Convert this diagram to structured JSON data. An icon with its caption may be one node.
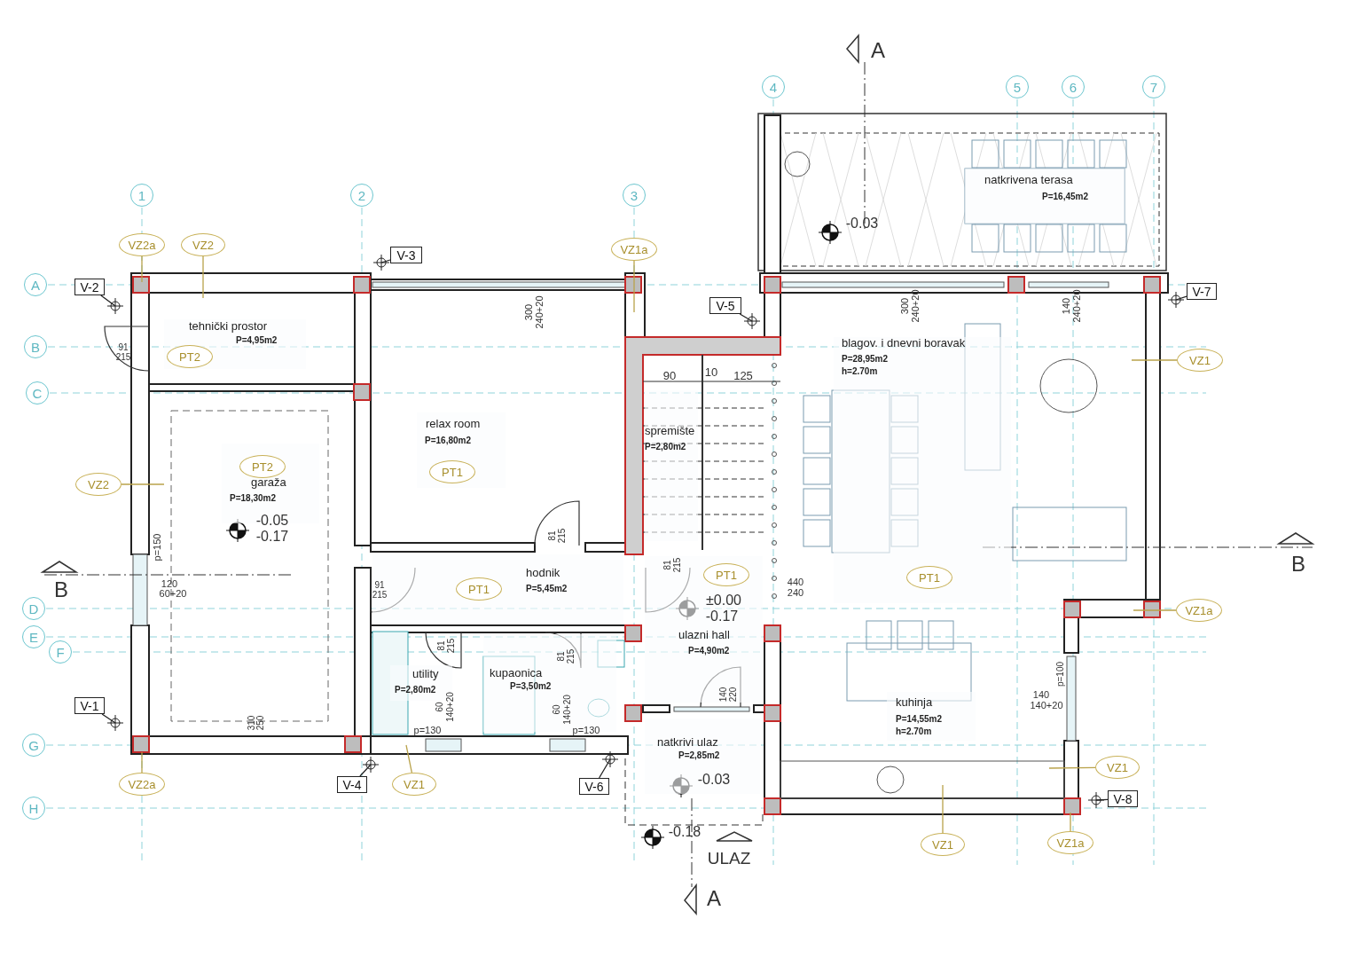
{
  "diagram": {
    "nodes": [
      {
        "text": [
          "4"
        ]
      },
      {
        "text": [
          "5"
        ]
      },
      {
        "text": [
          "6"
        ]
      },
      {
        "text": [
          "7"
        ]
      },
      {
        "text": [
          "natkrivena terasa",
          "P=16,45m2"
        ]
      },
      {
        "text": [
          "1"
        ]
      },
      {
        "text": [
          "2"
        ]
      },
      {
        "text": [
          "3"
        ]
      },
      {
        "text": [
          "VZ2a"
        ]
      },
      {
        "text": [
          "VZ2"
        ]
      },
      {
        "text": [
          "V-3"
        ]
      },
      {
        "text": [
          "VZ1a"
        ]
      },
      {
        "text": [
          "A"
        ]
      },
      {
        "text": [
          "V-2"
        ]
      },
      {
        "text": [
          "V-5"
        ]
      },
      {
        "text": [
          "V-7"
        ]
      },
      {
        "text": [
          "tehnički prostor",
          "P=4,95m2"
        ]
      },
      {
        "text": [
          "PT2"
        ],
        "in": 16
      },
      {
        "text": [
          "B"
        ]
      },
      {
        "text": [
          "VZ1"
        ]
      },
      {
        "text": [
          "blagov. i dnevni boravak",
          "P=28,95m2",
          "h=2.70m"
        ]
      },
      {
        "text": [
          "C"
        ]
      },
      {
        "text": [
          "relax room",
          "P=16,80m2"
        ]
      },
      {
        "text": [
          "PT1"
        ],
        "in": 22
      },
      {
        "text": [
          "spremište",
          "P=2,80m2"
        ]
      },
      {
        "text": [
          "garaža",
          "P=18,30m2"
        ]
      },
      {
        "text": [
          "PT2"
        ],
        "in": 25
      },
      {
        "text": [
          "VZ2"
        ]
      },
      {
        "text": [
          "hodnik",
          "P=5,45m2"
        ]
      },
      {
        "text": [
          "PT1"
        ],
        "in": 28
      },
      {
        "text": [
          "ulazni hall",
          "P=4,90m2"
        ]
      },
      {
        "text": [
          "PT1"
        ],
        "in": 30
      },
      {
        "text": [
          "PT1"
        ],
        "in": 20
      },
      {
        "text": [
          "D"
        ]
      },
      {
        "text": [
          "VZ1a"
        ]
      },
      {
        "text": [
          "E"
        ]
      },
      {
        "text": [
          "F"
        ]
      },
      {
        "text": [
          "utility",
          "P=2,80m2"
        ]
      },
      {
        "text": [
          "kupaonica",
          "P=3,50m2"
        ]
      },
      {
        "text": [
          "V-1"
        ]
      },
      {
        "text": [
          "kuhinja",
          "P=14,55m2",
          "h=2.70m"
        ]
      },
      {
        "text": [
          "G"
        ]
      },
      {
        "text": [
          "natkrivi ulaz",
          "P=2,85m2"
        ]
      },
      {
        "text": [
          "VZ2a"
        ]
      },
      {
        "text": [
          "V-4"
        ]
      },
      {
        "text": [
          "VZ1"
        ]
      },
      {
        "text": [
          "V-6"
        ]
      },
      {
        "text": [
          "VZ1"
        ]
      },
      {
        "text": [
          "V-8"
        ]
      },
      {
        "text": [
          "H"
        ]
      },
      {
        "text": [
          "VZ1"
        ]
      },
      {
        "text": [
          "VZ1a"
        ]
      }
    ],
    "edges": [
      {
        "from": 8,
        "to": null,
        "arrow": "none"
      },
      {
        "from": 9,
        "to": null,
        "arrow": "none"
      },
      {
        "from": 10,
        "to": null,
        "arrow": "other",
        "color": "#222222"
      },
      {
        "from": 11,
        "to": null,
        "arrow": "none"
      },
      {
        "from": 13,
        "to": null,
        "arrow": "other",
        "color": "#222222"
      },
      {
        "from": 14,
        "to": null,
        "arrow": "other",
        "color": "#222222"
      },
      {
        "from": 15,
        "to": null,
        "arrow": "other",
        "color": "#222222"
      },
      {
        "from": 19,
        "to": null,
        "arrow": "none"
      },
      {
        "from": 27,
        "to": null,
        "arrow": "none"
      },
      {
        "from": 34,
        "to": null,
        "arrow": "none"
      },
      {
        "from": 39,
        "to": null,
        "arrow": "other",
        "color": "#222222"
      },
      {
        "from": 43,
        "to": null,
        "arrow": "none"
      },
      {
        "from": 44,
        "to": null,
        "arrow": "other",
        "color": "#222222"
      },
      {
        "from": 45,
        "to": null,
        "arrow": "none"
      },
      {
        "from": 46,
        "to": null,
        "arrow": "other",
        "color": "#222222"
      },
      {
        "from": 47,
        "to": null,
        "arrow": "none"
      },
      {
        "from": 48,
        "to": null,
        "arrow": "other",
        "color": "#222222"
      },
      {
        "from": 50,
        "to": null,
        "arrow": "none"
      },
      {
        "from": 51,
        "to": null,
        "arrow": "none"
      }
    ],
    "labels": [
      "A",
      "-0.03",
      "300",
      "240+20",
      "300",
      "240+20",
      "140",
      "240+20",
      "91",
      "215",
      "90",
      "10",
      "125",
      "-0.05",
      "-0.17",
      "p=150",
      "B",
      "120",
      "60+20",
      "B",
      "91",
      "215",
      "81",
      "215",
      "81",
      "215",
      "±0.00",
      "-0.17",
      "440",
      "240",
      "81",
      "215",
      "81",
      "215",
      "60",
      "140+20",
      "p=130",
      "60",
      "140+20",
      "p=130",
      "p=100",
      "140",
      "140+20",
      "310",
      "250",
      "140",
      "220",
      "-0.03",
      "-0.18",
      "ULAZ",
      "A"
    ]
  }
}
